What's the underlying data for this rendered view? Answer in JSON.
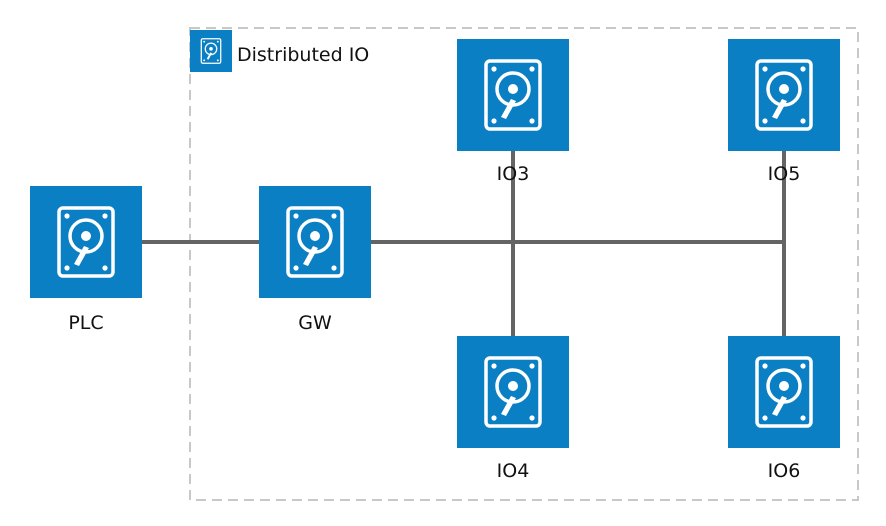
{
  "group": {
    "label": "Distributed IO",
    "icon": "hard-drive-icon"
  },
  "nodes": [
    {
      "id": "plc",
      "label": "PLC",
      "icon": "hard-drive-icon"
    },
    {
      "id": "gw",
      "label": "GW",
      "icon": "hard-drive-icon"
    },
    {
      "id": "io3",
      "label": "IO3",
      "icon": "hard-drive-icon"
    },
    {
      "id": "io4",
      "label": "IO4",
      "icon": "hard-drive-icon"
    },
    {
      "id": "io5",
      "label": "IO5",
      "icon": "hard-drive-icon"
    },
    {
      "id": "io6",
      "label": "IO6",
      "icon": "hard-drive-icon"
    }
  ],
  "connections": [
    {
      "from": "plc",
      "to": "gw"
    },
    {
      "from": "gw",
      "to": "bus"
    },
    {
      "from": "io3",
      "to": "bus"
    },
    {
      "from": "io4",
      "to": "bus"
    },
    {
      "from": "io5",
      "to": "bus"
    },
    {
      "from": "io6",
      "to": "bus"
    }
  ],
  "colors": {
    "node_fill": "#0a7fc4",
    "icon_stroke": "#ffffff",
    "line": "#646464",
    "group_border": "#c8c8c8",
    "text": "#111111"
  }
}
